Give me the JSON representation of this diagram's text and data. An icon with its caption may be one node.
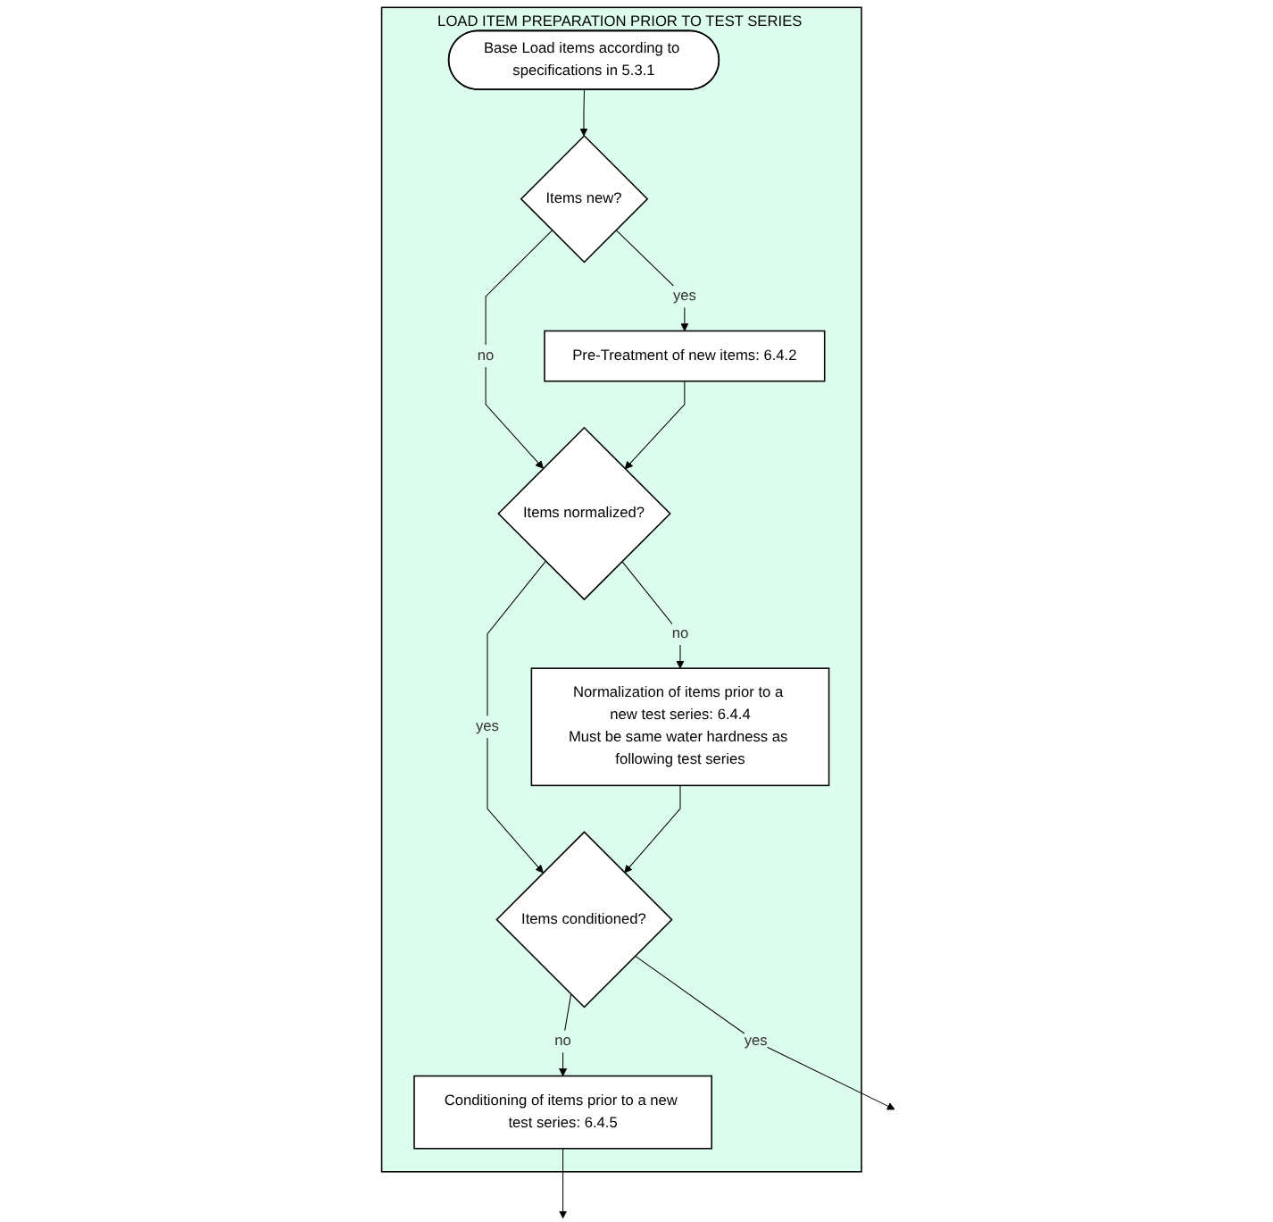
{
  "diagram": {
    "nodes": [
      {
        "text": [
          "LOAD ITEM PREPARATION PRIOR TO TEST SERIES"
        ]
      },
      {
        "text": [
          "Base Load items according to specifications in 5.3.1"
        ],
        "in": 0
      },
      {
        "text": [
          "Items new?"
        ],
        "in": 0
      },
      {
        "text": [
          "Pre-Treatment of new items: 6.4.2"
        ],
        "in": 0
      },
      {
        "text": [
          "Items normalized?"
        ],
        "in": 0
      },
      {
        "text": [
          "Normalization of items prior to a new test series: 6.4.4",
          "Must be same water hardness as following test series"
        ],
        "in": 0
      },
      {
        "text": [
          "Items conditioned?"
        ],
        "in": 0
      },
      {
        "text": [
          "Conditioning of items prior to a new test series: 6.4.5"
        ],
        "in": 0
      }
    ],
    "edges": [
      {
        "from": 1,
        "to": 2,
        "arrow": "to"
      },
      {
        "from": 2,
        "to": 3,
        "arrow": "to",
        "label": "yes"
      },
      {
        "from": 2,
        "to": 4,
        "arrow": "to",
        "label": "no"
      },
      {
        "from": 3,
        "to": 4,
        "arrow": "to"
      },
      {
        "from": 4,
        "to": 5,
        "arrow": "to",
        "label": "no"
      },
      {
        "from": 4,
        "to": 6,
        "arrow": "to",
        "label": "yes"
      },
      {
        "from": 5,
        "to": 6,
        "arrow": "to"
      },
      {
        "from": 6,
        "to": 7,
        "arrow": "to",
        "label": "no"
      },
      {
        "from": 6,
        "to": null,
        "arrow": "to",
        "label": "yes"
      },
      {
        "from": 7,
        "to": null,
        "arrow": "to"
      }
    ]
  }
}
